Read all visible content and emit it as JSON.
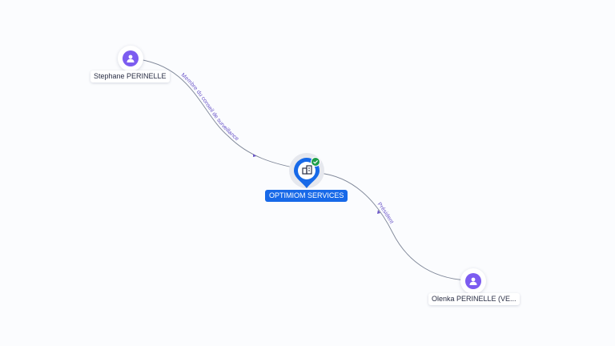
{
  "nodes": {
    "company": {
      "label": "OPTIMIOM SERVICES",
      "icon": "building-icon",
      "badge": "verified-check-icon",
      "color": "#1769e8"
    },
    "person1": {
      "label": "Stephane PERINELLE",
      "icon": "person-icon"
    },
    "person2": {
      "label": "Olenka PERINELLE (VE...",
      "icon": "person-icon"
    }
  },
  "edges": [
    {
      "from": "person1",
      "to": "company",
      "label": "Membre du conseil de surveillance"
    },
    {
      "from": "person2",
      "to": "company",
      "label": "Président"
    }
  ],
  "colors": {
    "person": "#7c5cf0",
    "company": "#1769e8",
    "edge": "#7f8798",
    "edge_label": "#6b56c9",
    "verified": "#1e9e4a"
  }
}
